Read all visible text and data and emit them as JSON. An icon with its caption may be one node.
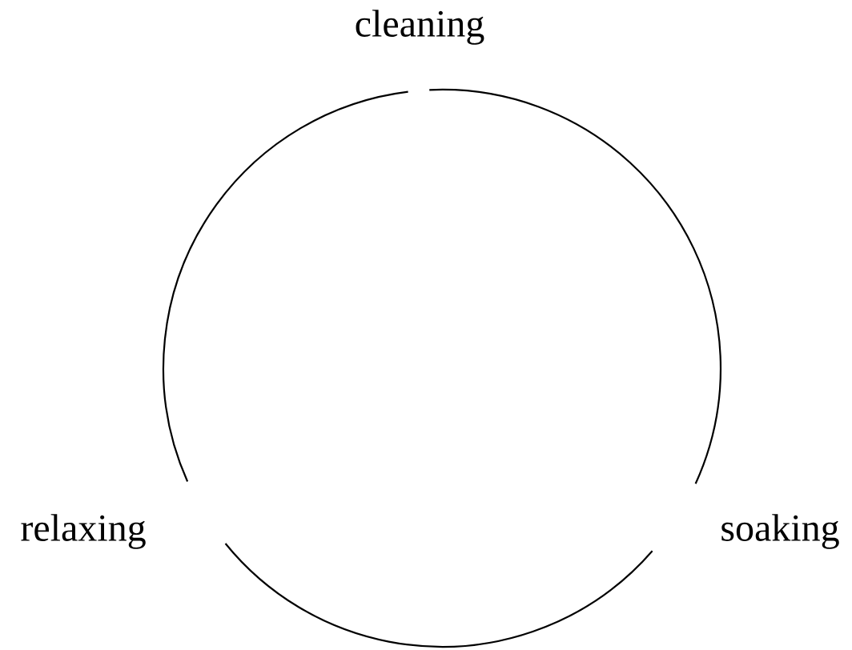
{
  "diagram": {
    "nodes": [
      {
        "text": [
          "cleaning"
        ]
      },
      {
        "text": [
          "soaking"
        ]
      },
      {
        "text": [
          "relaxing"
        ]
      }
    ],
    "edges": [
      {
        "from": 0,
        "to": 1,
        "arrow": "none"
      },
      {
        "from": 1,
        "to": 2,
        "arrow": "none"
      },
      {
        "from": 2,
        "to": 0,
        "arrow": "none"
      }
    ]
  }
}
